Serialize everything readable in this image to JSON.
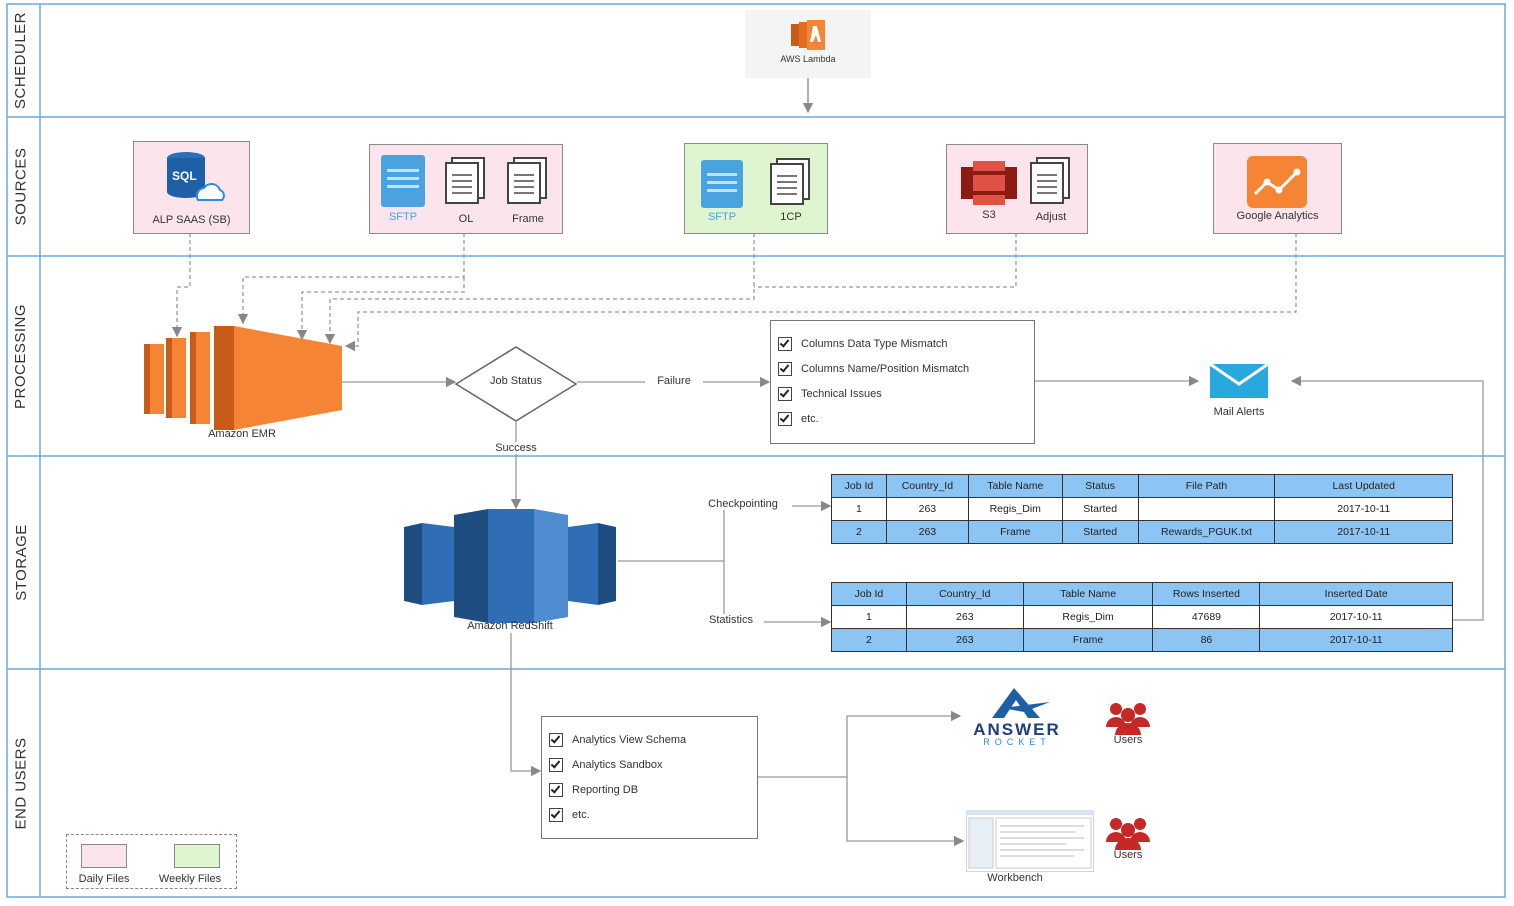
{
  "lanes": {
    "scheduler": "SCHEDULER",
    "sources": "SOURCES",
    "processing": "PROCESSING",
    "storage": "STORAGE",
    "end_users": "END USERS"
  },
  "scheduler": {
    "lambda_label": "AWS Lambda"
  },
  "sources": {
    "alp": {
      "sql_text": "SQL",
      "label": "ALP SAAS (SB)"
    },
    "group1": {
      "sftp": "SFTP",
      "ol": "OL",
      "frame": "Frame"
    },
    "group2": {
      "sftp": "SFTP",
      "icp": "1CP"
    },
    "group3": {
      "s3": "S3",
      "adjust": "Adjust"
    },
    "ga": {
      "label": "Google Analytics"
    }
  },
  "processing": {
    "emr_label": "Amazon EMR",
    "decision_label": "Job Status",
    "failure_label": "Failure",
    "success_label": "Success",
    "issues": [
      "Columns Data Type Mismatch",
      "Columns Name/Position Mismatch",
      "Technical Issues",
      "etc."
    ],
    "mail_label": "Mail Alerts"
  },
  "storage": {
    "redshift_label": "Amazon RedShift",
    "checkpoint_label": "Checkpointing",
    "statistics_label": "Statistics",
    "checkpoint_table": {
      "headers": [
        "Job Id",
        "Country_Id",
        "Table Name",
        "Status",
        "File Path",
        "Last Updated"
      ],
      "rows": [
        [
          "1",
          "263",
          "Regis_Dim",
          "Started",
          "",
          "2017-10-11"
        ],
        [
          "2",
          "263",
          "Frame",
          "Started",
          "Rewards_PGUK.txt",
          "2017-10-11"
        ]
      ]
    },
    "stats_table": {
      "headers": [
        "Job Id",
        "Country_Id",
        "Table Name",
        "Rows Inserted",
        "Inserted Date"
      ],
      "rows": [
        [
          "1",
          "263",
          "Regis_Dim",
          "47689",
          "2017-10-11"
        ],
        [
          "2",
          "263",
          "Frame",
          "86",
          "2017-10-11"
        ]
      ]
    }
  },
  "end_users": {
    "schemas": [
      "Analytics View Schema",
      "Analytics Sandbox",
      "Reporting DB",
      "etc."
    ],
    "answer_rocket": {
      "word1": "ANSWER",
      "word2": "ROCKET"
    },
    "users_label_1": "Users",
    "users_label_2": "Users",
    "workbench_label": "Workbench"
  },
  "legend": {
    "daily": "Daily Files",
    "weekly": "Weekly Files"
  },
  "colors": {
    "lane_border": "#6fa8dc",
    "aws_orange": "#f58534",
    "redshift_blue": "#2f6db5",
    "table_blue": "#8cc4f4",
    "daily_pink": "#fce4ec",
    "weekly_green": "#dff5d0",
    "users_red": "#c62828"
  }
}
